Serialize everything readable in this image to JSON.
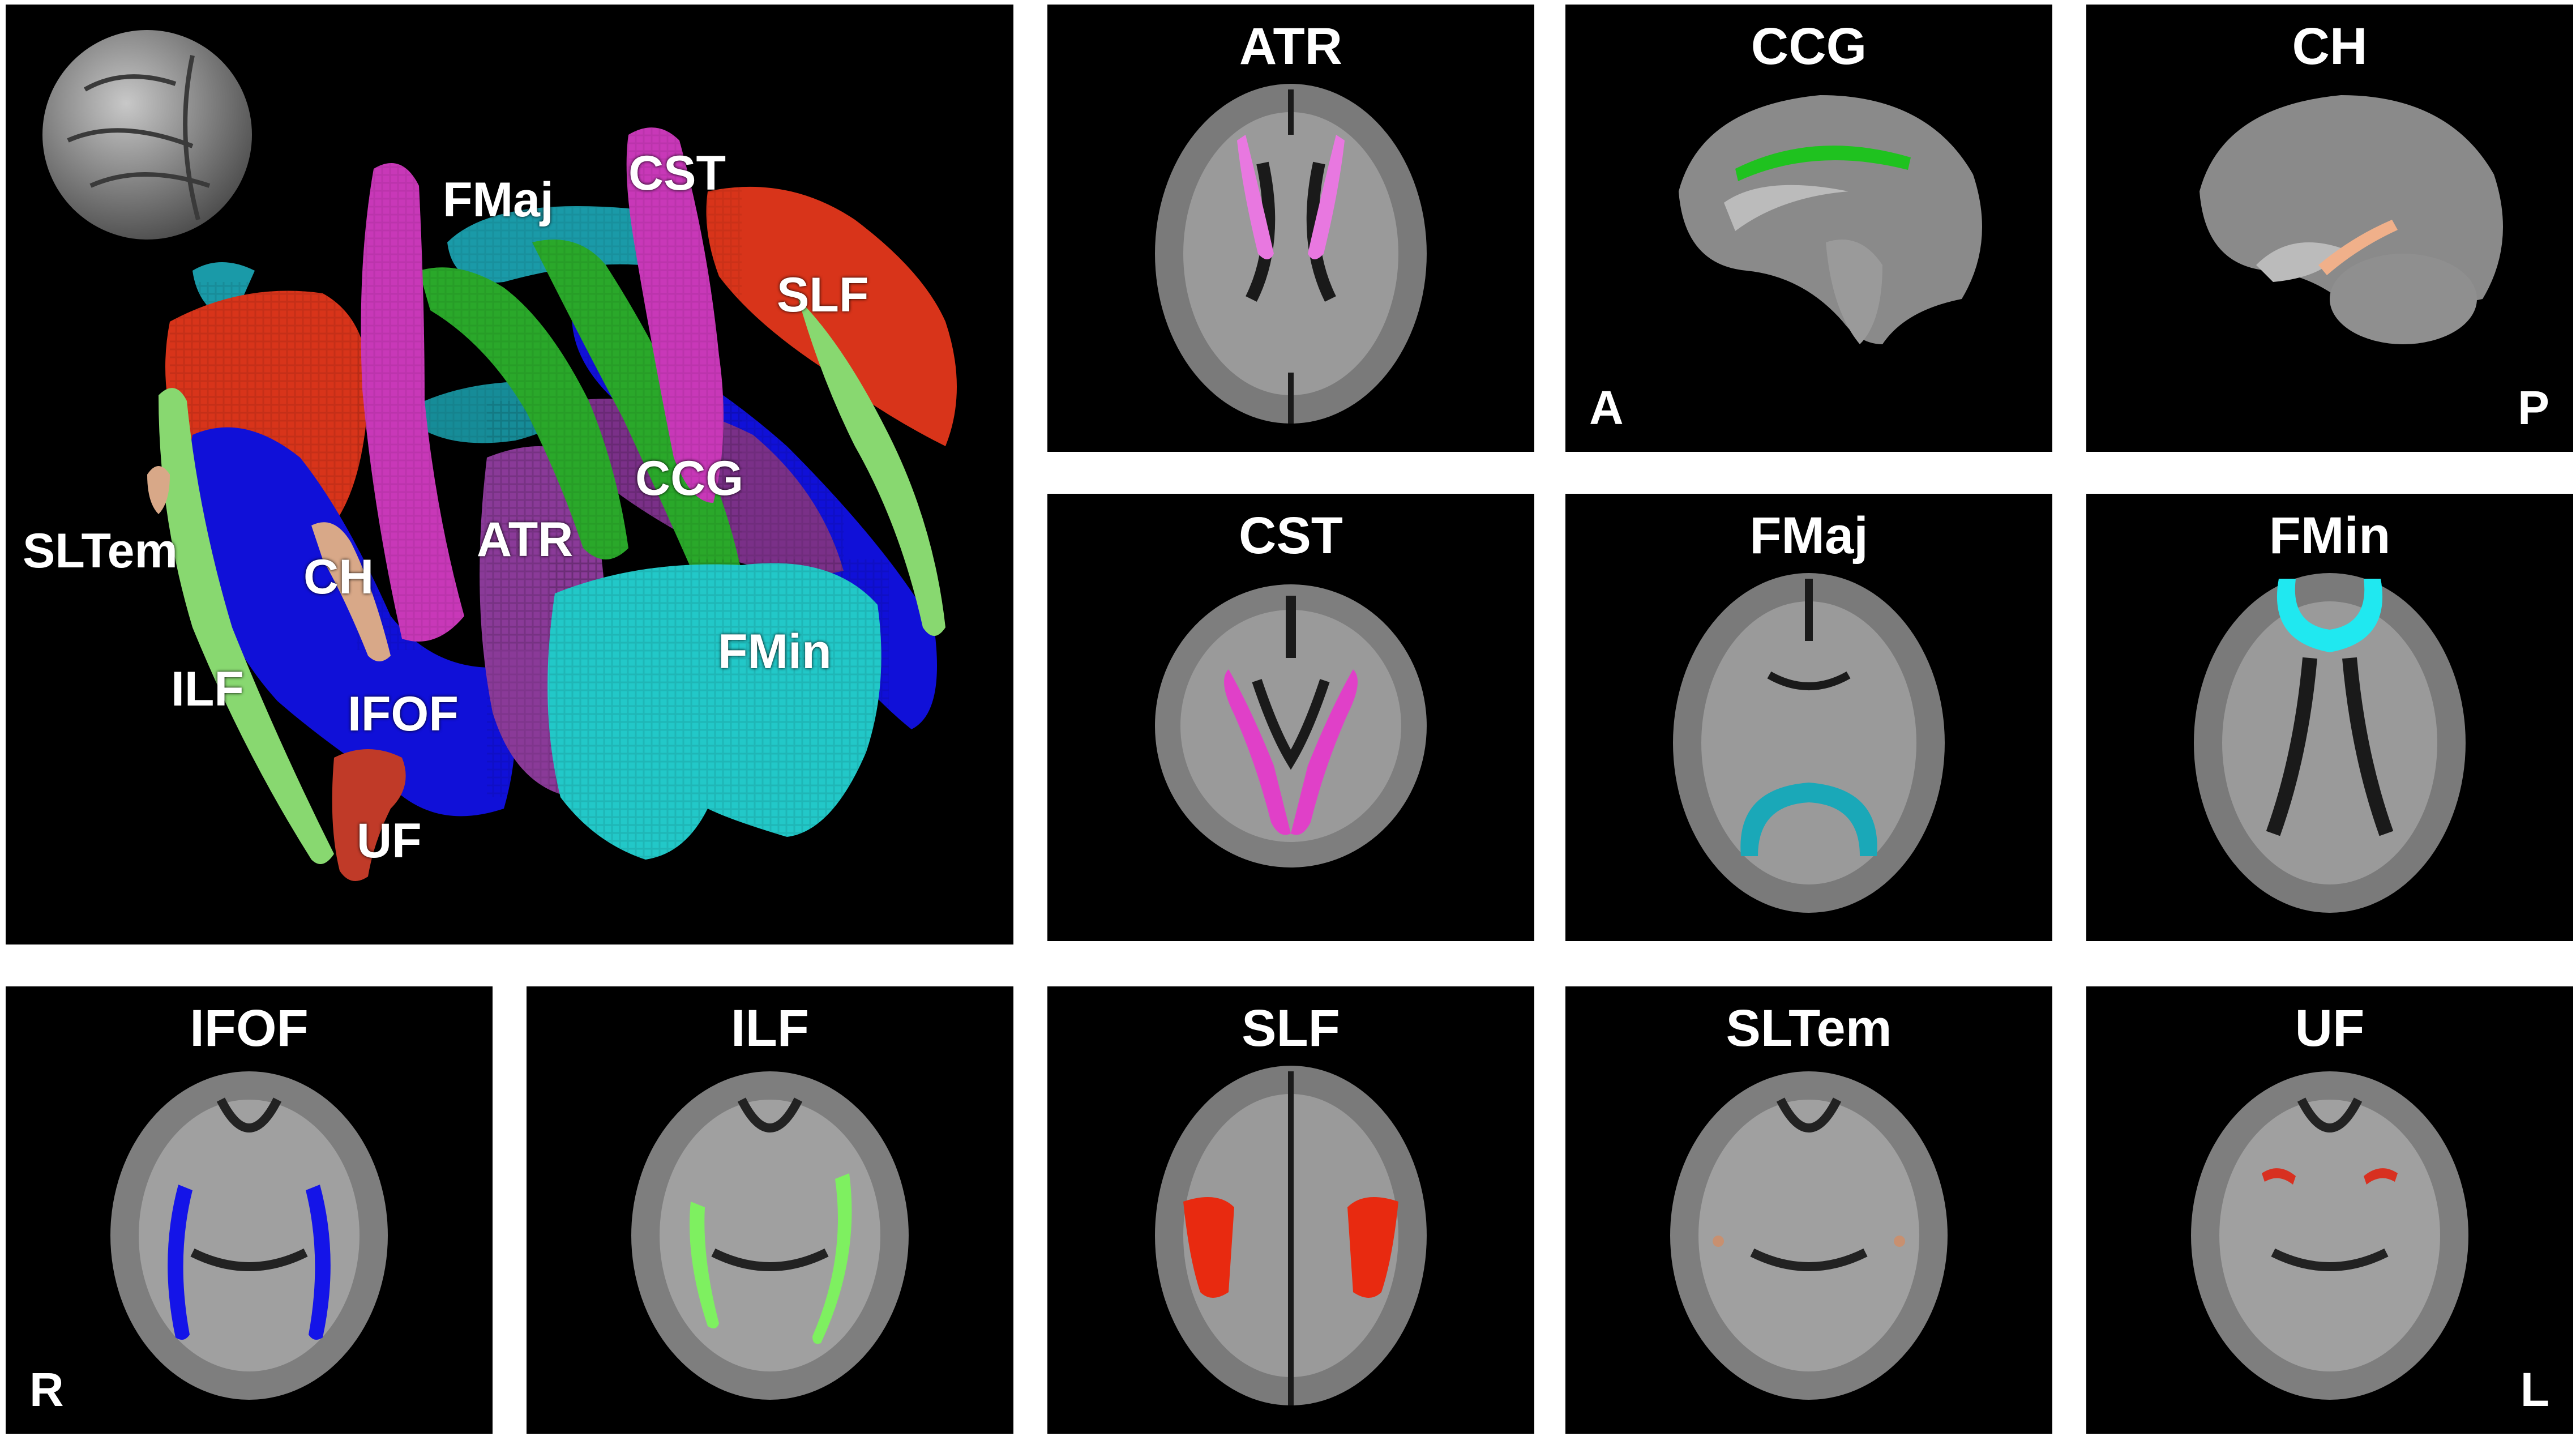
{
  "overview": {
    "labels": {
      "fmaj": "FMaj",
      "cst": "CST",
      "slf": "SLF",
      "ccg": "CCG",
      "sltem": "SLTem",
      "ch": "CH",
      "atr": "ATR",
      "fmin": "FMin",
      "ilf": "ILF",
      "ifof": "IFOF",
      "uf": "UF"
    }
  },
  "panels": [
    {
      "key": "atr",
      "title": "ATR",
      "view": "axial",
      "tract_color": "#e878e0"
    },
    {
      "key": "ccg",
      "title": "CCG",
      "view": "sagittal",
      "tract_color": "#1fc21f",
      "corner_left": "A"
    },
    {
      "key": "ch",
      "title": "CH",
      "view": "sagittal",
      "tract_color": "#f0b08a",
      "corner_right": "P"
    },
    {
      "key": "cst",
      "title": "CST",
      "view": "coronal",
      "tract_color": "#e040c8"
    },
    {
      "key": "fmaj",
      "title": "FMaj",
      "view": "axial",
      "tract_color": "#1aa8b8"
    },
    {
      "key": "fmin",
      "title": "FMin",
      "view": "axial",
      "tract_color": "#20e8f0"
    },
    {
      "key": "ifof",
      "title": "IFOF",
      "view": "axial",
      "tract_color": "#1414e8",
      "corner_left": "R"
    },
    {
      "key": "ilf",
      "title": "ILF",
      "view": "axial",
      "tract_color": "#7ef060"
    },
    {
      "key": "slf",
      "title": "SLF",
      "view": "axial",
      "tract_color": "#e82a10"
    },
    {
      "key": "sltem",
      "title": "SLTem",
      "view": "axial",
      "tract_color": "#c89070"
    },
    {
      "key": "uf",
      "title": "UF",
      "view": "axial",
      "tract_color": "#d83020",
      "corner_right": "L"
    }
  ]
}
